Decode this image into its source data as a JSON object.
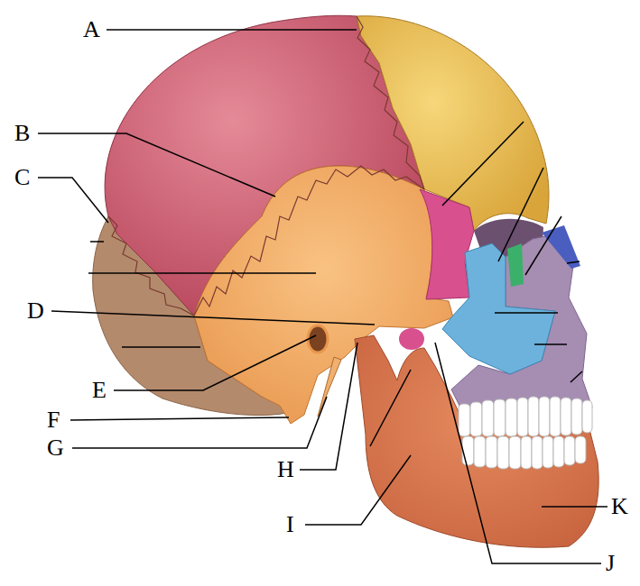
{
  "diagram": {
    "labels": [
      "A",
      "B",
      "C",
      "D",
      "E",
      "F",
      "G",
      "H",
      "I",
      "J",
      "K"
    ]
  }
}
